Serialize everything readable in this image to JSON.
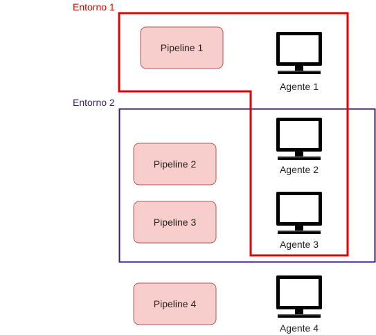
{
  "colors": {
    "env1": "#e60000",
    "env2": "#3c1e6e",
    "pipeline_fill": "#f8cecc",
    "pipeline_stroke": "#b85450",
    "monitor": "#000000"
  },
  "environments": [
    {
      "label": "Entorno 1"
    },
    {
      "label": "Entorno 2"
    }
  ],
  "pipelines": [
    {
      "label": "Pipeline 1"
    },
    {
      "label": "Pipeline 2"
    },
    {
      "label": "Pipeline 3"
    },
    {
      "label": "Pipeline 4"
    }
  ],
  "agents": [
    {
      "label": "Agente 1",
      "icon": "monitor-icon"
    },
    {
      "label": "Agente 2",
      "icon": "monitor-icon"
    },
    {
      "label": "Agente 3",
      "icon": "monitor-icon"
    },
    {
      "label": "Agente 4",
      "icon": "monitor-icon"
    }
  ]
}
